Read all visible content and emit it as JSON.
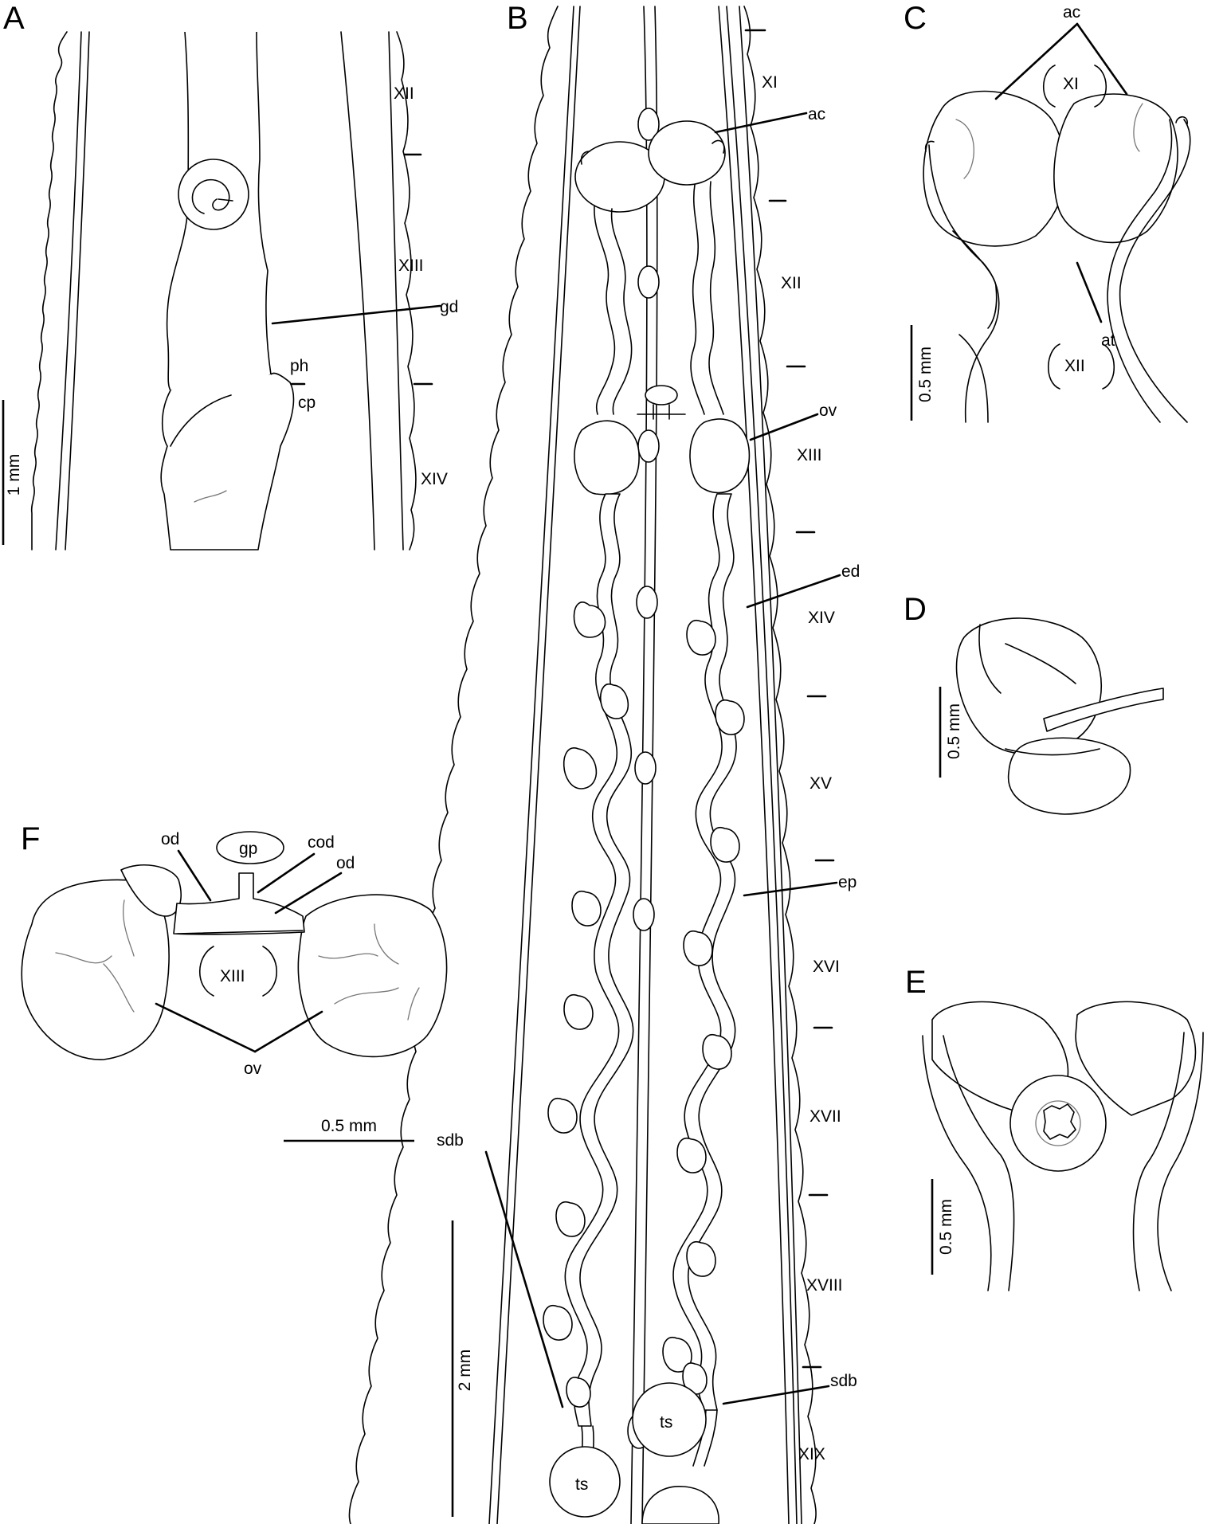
{
  "panels": {
    "A": {
      "letter": "A",
      "segments": [
        "XII",
        "XIII",
        "XIV"
      ],
      "labels": {
        "gd": "gd",
        "ph": "ph",
        "cp": "cp"
      },
      "scale": "1 mm"
    },
    "B": {
      "letter": "B",
      "segments": [
        "XI",
        "XII",
        "XIII",
        "XIV",
        "XV",
        "XVI",
        "XVII",
        "XVIII",
        "XIX"
      ],
      "labels": {
        "ac": "ac",
        "ov": "ov",
        "ed": "ed",
        "ep": "ep",
        "sdb_left": "sdb",
        "sdb_right": "sdb",
        "ts_left": "ts",
        "ts_right": "ts"
      },
      "scale": "2 mm"
    },
    "C": {
      "letter": "C",
      "segments": [
        "XI",
        "XII"
      ],
      "labels": {
        "ac": "ac",
        "at": "at"
      },
      "scale": "0.5 mm"
    },
    "D": {
      "letter": "D",
      "scale": "0.5 mm"
    },
    "E": {
      "letter": "E",
      "scale": "0.5 mm"
    },
    "F": {
      "letter": "F",
      "segments": [
        "XIII"
      ],
      "labels": {
        "od_left": "od",
        "gp": "gp",
        "cod": "cod",
        "od_right": "od",
        "ov": "ov"
      },
      "scale": "0.5 mm"
    }
  }
}
